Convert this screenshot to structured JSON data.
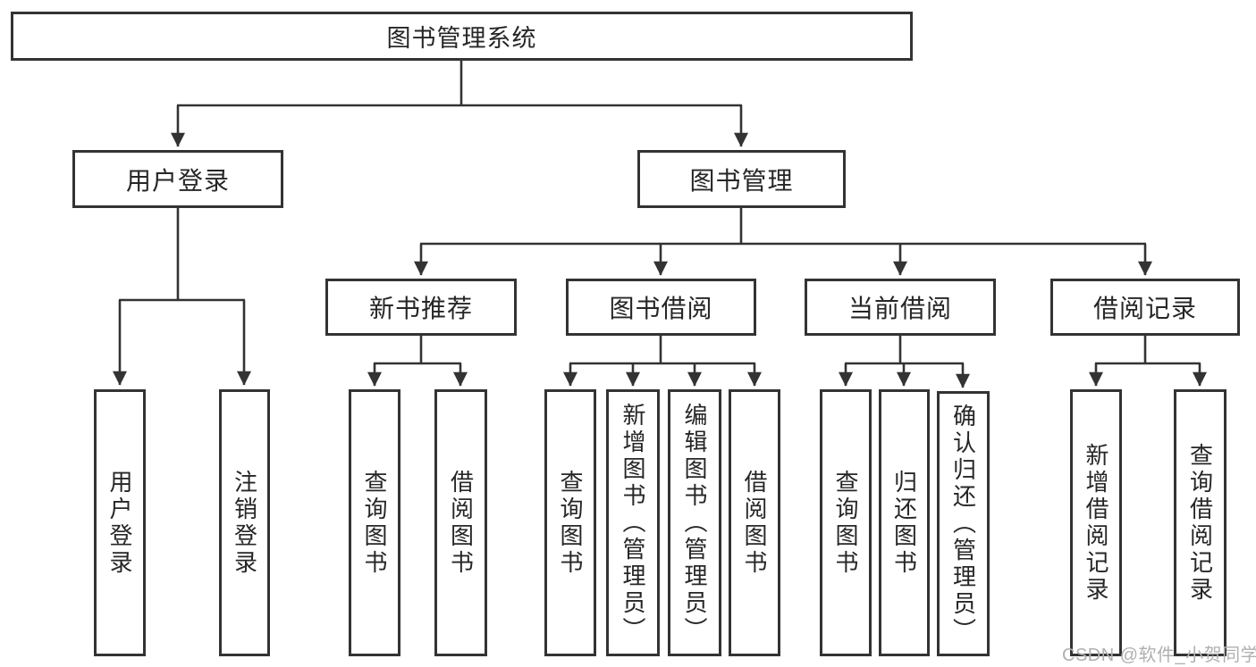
{
  "diagram": {
    "watermark": "CSDN @软件_小贺同学",
    "colors": {
      "line": "#333333",
      "box_border": "#333333",
      "box_fill": "#ffffff",
      "text": "#262626",
      "watermark": "#b0b0b0"
    },
    "nodes": {
      "root": {
        "label": "图书管理系统"
      },
      "user_login": {
        "label": "用户登录"
      },
      "book_mgmt": {
        "label": "图书管理"
      },
      "new_book_rec": {
        "label": "新书推荐"
      },
      "book_borrow": {
        "label": "图书借阅"
      },
      "current_borrow": {
        "label": "当前借阅"
      },
      "borrow_record": {
        "label": "借阅记录"
      },
      "leaf_user_login": {
        "label": "用户登录"
      },
      "leaf_logout": {
        "label": "注销登录"
      },
      "rec_query_book": {
        "label": "查询图书"
      },
      "rec_borrow_book": {
        "label": "借阅图书"
      },
      "bb_query_book": {
        "label": "查询图书"
      },
      "bb_add_book": {
        "label": "新增图书（管理员）"
      },
      "bb_edit_book": {
        "label": "编辑图书（管理员）"
      },
      "bb_borrow_book": {
        "label": "借阅图书"
      },
      "cb_query_book": {
        "label": "查询图书"
      },
      "cb_return_book": {
        "label": "归还图书"
      },
      "cb_confirm_return": {
        "label": "确认归还（管理员）"
      },
      "br_add_record": {
        "label": "新增借阅记录"
      },
      "br_query_record": {
        "label": "查询借阅记录"
      }
    }
  }
}
